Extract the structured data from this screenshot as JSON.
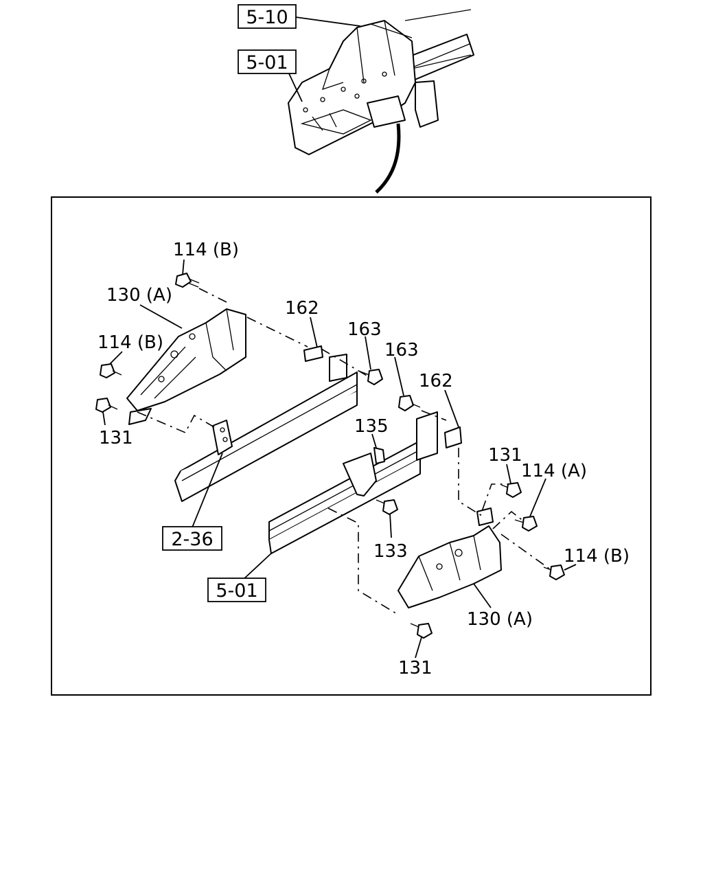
{
  "reference_boxes": {
    "top_upper": "5-10",
    "top_lower": "5-01",
    "main_left": "2-36",
    "main_bottom": "5-01"
  },
  "part_labels": {
    "bolt_114b_top": "114 (B)",
    "bracket_130a_left": "130 (A)",
    "bolt_114b_left": "114 (B)",
    "bolt_131_left": "131",
    "plate_162_left": "162",
    "bolt_163_left": "163",
    "bolt_163_right": "163",
    "plate_162_right": "162",
    "bracket_135": "135",
    "bolt_131_right": "131",
    "bolt_114a_right": "114 (A)",
    "bolt_133": "133",
    "bolt_114b_right": "114 (B)",
    "bracket_130a_right": "130 (A)",
    "bolt_131_bottom": "131"
  }
}
